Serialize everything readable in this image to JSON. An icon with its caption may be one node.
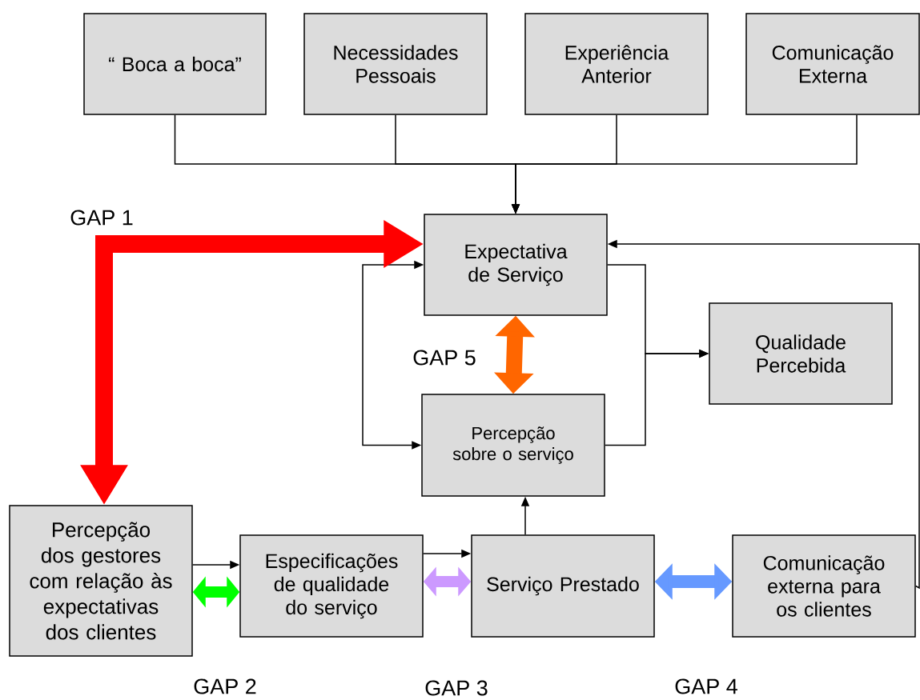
{
  "diagram": {
    "nodes": [
      {
        "text": [
          "“ Boca a boca”"
        ]
      },
      {
        "text": [
          "Necessidades Pessoais"
        ]
      },
      {
        "text": [
          "Experiência Anterior"
        ]
      },
      {
        "text": [
          "Comunicação Externa"
        ]
      },
      {
        "text": [
          "Expectativa de Serviço"
        ]
      },
      {
        "text": [
          "Qualidade Percebida"
        ]
      },
      {
        "text": [
          "Percepção sobre o serviço"
        ]
      },
      {
        "text": [
          "Percepção dos gestores com relação às expectativas dos clientes"
        ]
      },
      {
        "text": [
          "Especificações de qualidade do serviço"
        ]
      },
      {
        "text": [
          "Serviço Prestado"
        ]
      },
      {
        "text": [
          "Comunicação externa para os clientes"
        ]
      }
    ],
    "edges": [
      {
        "from": 0,
        "to": 4,
        "arrow": "to"
      },
      {
        "from": 1,
        "to": 4,
        "arrow": "to"
      },
      {
        "from": 2,
        "to": 4,
        "arrow": "to"
      },
      {
        "from": 3,
        "to": 4,
        "arrow": "to"
      },
      {
        "from": 4,
        "to": 5,
        "arrow": "to"
      },
      {
        "from": 6,
        "to": 5,
        "arrow": "to"
      },
      {
        "from": 6,
        "to": 4,
        "arrow": "both"
      },
      {
        "from": 9,
        "to": 6,
        "arrow": "to"
      },
      {
        "from": 7,
        "to": 8,
        "arrow": "to"
      },
      {
        "from": 8,
        "to": 9,
        "arrow": "to"
      },
      {
        "from": 10,
        "to": 4,
        "arrow": "to"
      },
      {
        "from": 7,
        "to": 4,
        "arrow": "both",
        "label": "GAP 1",
        "style": "thick",
        "color": "#ff0000"
      },
      {
        "from": 4,
        "to": 6,
        "arrow": "both",
        "label": "GAP 5",
        "style": "thick",
        "color": "#ff6600"
      },
      {
        "from": 7,
        "to": 8,
        "arrow": "both",
        "label": "GAP 2",
        "style": "thick",
        "color": "#00ff00"
      },
      {
        "from": 8,
        "to": 9,
        "arrow": "both",
        "label": "GAP 3",
        "style": "thick",
        "color": "#cc99ff"
      },
      {
        "from": 9,
        "to": 10,
        "arrow": "both",
        "label": "GAP 4",
        "style": "thick",
        "color": "#6699ff"
      }
    ]
  }
}
